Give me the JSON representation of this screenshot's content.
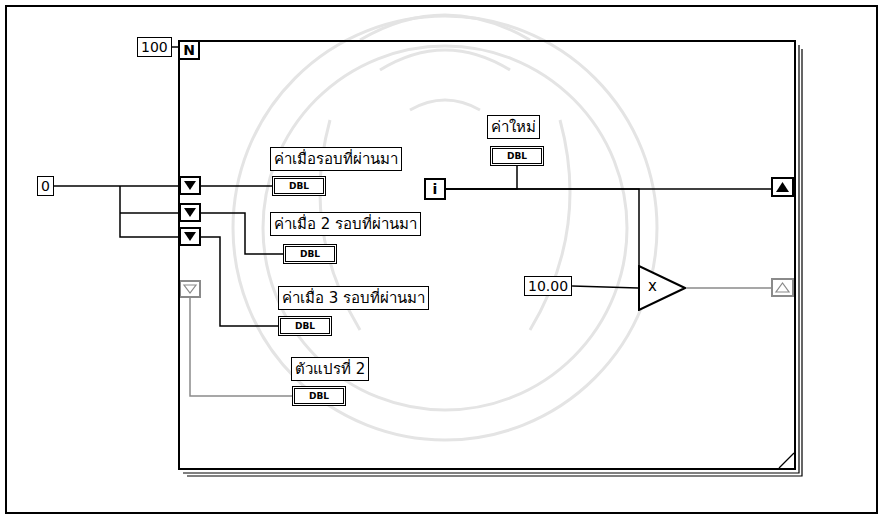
{
  "diagram": {
    "nodes": [
      {
        "text": [
          "N"
        ]
      },
      {
        "text": [
          "100"
        ]
      },
      {
        "text": [
          "0"
        ]
      },
      {
        "text": [
          "ค่าเมื่อรอบที่ผ่านมา",
          "DBL"
        ],
        "in": 0
      },
      {
        "text": [
          "ค่าใหม่",
          "DBL"
        ],
        "in": 0
      },
      {
        "text": [
          "i"
        ],
        "in": 0
      },
      {
        "text": [
          "ค่าเมื่อ 2 รอบที่ผ่านมา",
          "DBL"
        ],
        "in": 0
      },
      {
        "text": [
          "ค่าเมื่อ 3 รอบที่ผ่านมา",
          "DBL"
        ],
        "in": 0
      },
      {
        "text": [
          "ตัวแปรที่ 2",
          "DBL"
        ],
        "in": 0
      },
      {
        "text": [
          "10.00"
        ],
        "in": 0
      },
      {
        "text": [
          "x"
        ],
        "in": 0
      }
    ],
    "edges": [
      {
        "from": 1,
        "to": 0,
        "arrow": "none"
      },
      {
        "from": 2,
        "to": 0,
        "arrow": "none"
      },
      {
        "from": 0,
        "to": 3,
        "arrow": "none"
      },
      {
        "from": 0,
        "to": 6,
        "arrow": "none"
      },
      {
        "from": 0,
        "to": 7,
        "arrow": "none"
      },
      {
        "from": 0,
        "to": 8,
        "arrow": "none"
      },
      {
        "from": 5,
        "to": 4,
        "arrow": "none"
      },
      {
        "from": 5,
        "to": 0,
        "arrow": "none"
      },
      {
        "from": 5,
        "to": 10,
        "arrow": "none"
      },
      {
        "from": 9,
        "to": 10,
        "arrow": "none"
      },
      {
        "from": 10,
        "to": 0,
        "arrow": "none"
      }
    ]
  }
}
